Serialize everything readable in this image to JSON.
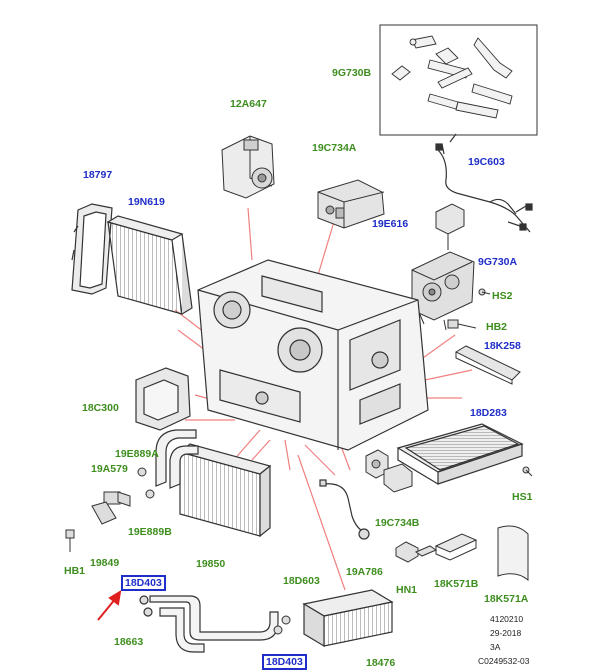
{
  "labels": {
    "p9G730B": "9G730B",
    "p12A647": "12A647",
    "p19C734A": "19C734A",
    "p19C603": "19C603",
    "p18797": "18797",
    "p19N619": "19N619",
    "p19E616": "19E616",
    "p9G730A": "9G730A",
    "pHS2": "HS2",
    "pHB2": "HB2",
    "p18K258": "18K258",
    "p18C300": "18C300",
    "p18D283": "18D283",
    "p19E889A": "19E889A",
    "p19A579": "19A579",
    "pHS1": "HS1",
    "p19E889B": "19E889B",
    "p19C734B": "19C734B",
    "pHB1": "HB1",
    "p19849": "19849",
    "p19850": "19850",
    "p19A786": "19A786",
    "pHN1": "HN1",
    "p18K571B": "18K571B",
    "p18K571A": "18K571A",
    "p18D403_top": "18D403",
    "p18D603": "18D603",
    "p18663": "18663",
    "p18D403_bottom": "18D403",
    "p18476": "18476"
  },
  "reference": {
    "line1": "4120210",
    "line2": "29-2018",
    "line3": "3A",
    "line4": "C0249532-03"
  },
  "colors": {
    "green_label": "#3e8e1f",
    "blue_label": "#1f2ec8",
    "leader_line": "#f08080",
    "arrow": "#e02020",
    "part_stroke": "#333333"
  }
}
